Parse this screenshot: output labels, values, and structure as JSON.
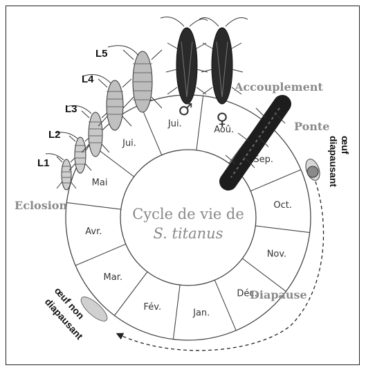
{
  "center": {
    "line1": "Cycle de vie de",
    "line2": "S. titanus"
  },
  "months": [
    "Jui.",
    "Aoû.",
    "Sep.",
    "Oct.",
    "Nov.",
    "Déc.",
    "Jan.",
    "Fév.",
    "Mar.",
    "Avr.",
    "Mai",
    "Jui."
  ],
  "stages": [
    "L1",
    "L2",
    "L3",
    "L4",
    "L5"
  ],
  "events": {
    "eclosion": "Eclosion",
    "accouplement": "Accouplement",
    "ponte": "Ponte",
    "diapause": "Diapause"
  },
  "eggs": {
    "diapausing_line1": "œuf",
    "diapausing_line2": "diapausant",
    "nondiapausing_line1": "œuf non",
    "nondiapausing_line2": "diapausant"
  },
  "sexes": {
    "male": "♂",
    "female": "♀"
  }
}
